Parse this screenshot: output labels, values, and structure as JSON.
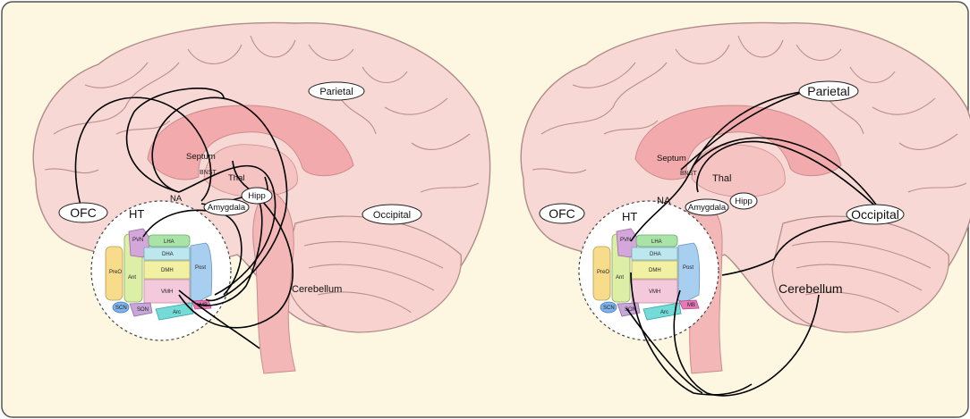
{
  "panels": [
    {
      "id": "left",
      "cortex": {
        "ofc": "OFC",
        "parietal": "Parietal",
        "occipital": "Occipital",
        "cerebellum": "Cerebellum"
      },
      "subcortical": {
        "septum": "Septum",
        "bnst": "BNST",
        "thal": "Thal",
        "hipp": "Hipp",
        "na": "NA",
        "amygdala": "Amygdala"
      },
      "hypothalamus": {
        "title": "HT",
        "nuclei": {
          "pvn": "PVN",
          "lha": "LHA",
          "dha": "DHA",
          "dmh": "DMH",
          "post": "Post",
          "preo": "PreO",
          "ant": "Ant",
          "vmh": "VMH",
          "scn": "SCN",
          "son": "SON",
          "arc": "Arc",
          "mb": "MB"
        }
      }
    },
    {
      "id": "right",
      "cortex": {
        "ofc": "OFC",
        "parietal": "Parietal",
        "occipital": "Occipital",
        "cerebellum": "Cerebellum"
      },
      "subcortical": {
        "septum": "Septum",
        "bnst": "BNST",
        "thal": "Thal",
        "hipp": "Hipp",
        "na": "NA",
        "amygdala": "Amygdala"
      },
      "hypothalamus": {
        "title": "HT",
        "nuclei": {
          "pvn": "PVN",
          "lha": "LHA",
          "dha": "DHA",
          "dmh": "DMH",
          "post": "Post",
          "preo": "PreO",
          "ant": "Ant",
          "vmh": "VMH",
          "scn": "SCN",
          "son": "SON",
          "arc": "Arc",
          "mb": "MB"
        }
      }
    }
  ],
  "colors": {
    "frame_bg": "#fdf7e1",
    "brain": "#f8d8d5",
    "brain_outline": "#b08a86",
    "corpus_callosum": "#f3aaac",
    "brainstem": "#f6c3c3",
    "preo": "#f7dc8c",
    "ant": "#dcefa6",
    "pvn": "#d5a6da",
    "lha": "#a9e3a7",
    "dha": "#bde7ee",
    "dmh": "#f2f0a3",
    "vmh": "#f5c9dc",
    "post": "#a8cfef",
    "scn": "#7fb2e8",
    "son": "#c8a6d8",
    "arc": "#74dbd8",
    "mb": "#e77ab6"
  }
}
